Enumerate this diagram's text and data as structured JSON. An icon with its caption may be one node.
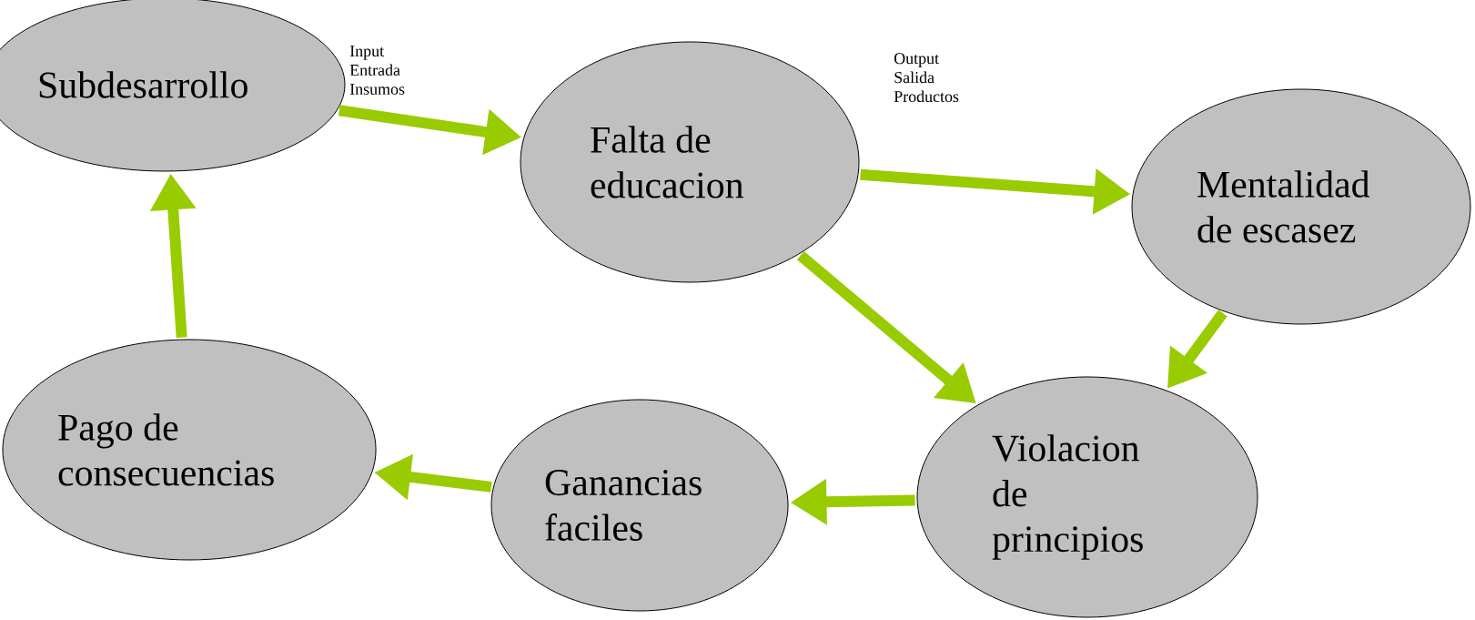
{
  "diagram": {
    "nodes": [
      {
        "text": [
          "Subdesarrollo"
        ]
      },
      {
        "text": [
          "Falta de educacion"
        ]
      },
      {
        "text": [
          "Mentalidad de escasez"
        ]
      },
      {
        "text": [
          "Violacion de principios"
        ]
      },
      {
        "text": [
          "Ganancias faciles"
        ]
      },
      {
        "text": [
          "Pago de consecuencias"
        ]
      }
    ],
    "edges": [
      {
        "from": 0,
        "to": 1,
        "arrow": "to"
      },
      {
        "from": 1,
        "to": 2,
        "arrow": "to"
      },
      {
        "from": 1,
        "to": 3,
        "arrow": "to"
      },
      {
        "from": 2,
        "to": 3,
        "arrow": "to"
      },
      {
        "from": 3,
        "to": 4,
        "arrow": "to"
      },
      {
        "from": 4,
        "to": 5,
        "arrow": "to"
      },
      {
        "from": 5,
        "to": 0,
        "arrow": "to"
      }
    ],
    "labels": [
      "Input Entrada Insumos",
      "Output Salida Productos"
    ]
  }
}
